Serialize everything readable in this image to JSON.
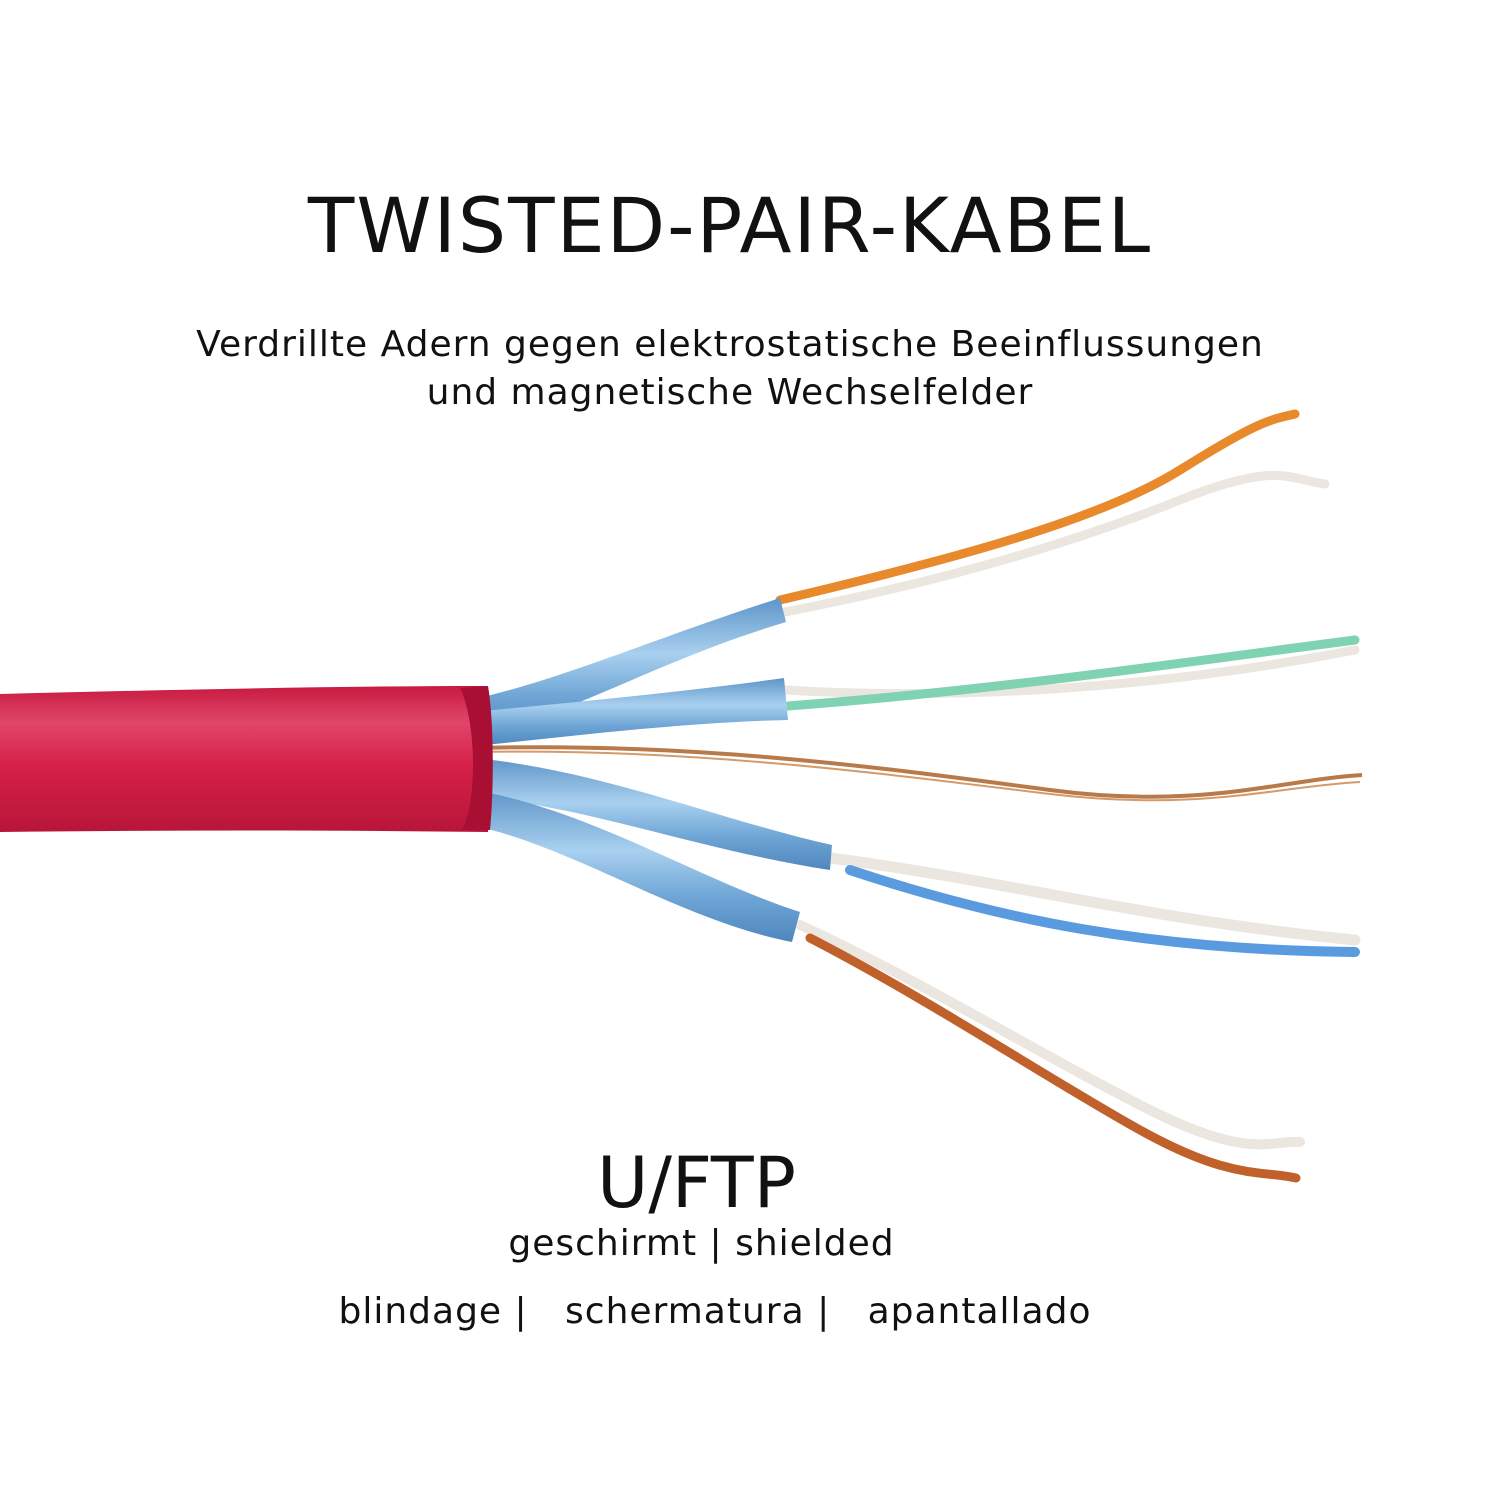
{
  "title": "TWISTED-PAIR-KABEL",
  "subtitle": {
    "line1": "Verdrillte Adern gegen elektrostatische Beeinflussungen",
    "line2": "und magnetische Wechselfelder"
  },
  "shielding": {
    "type": "U/FTP",
    "line1": "geschirmt | shielded",
    "languages": [
      "blindage",
      "schermatura",
      "apantallado"
    ],
    "separator": "|"
  },
  "colors": {
    "jacket": "#d8204a",
    "foil": "#7fb2de",
    "orange": "#f29a3a",
    "green": "#7fd2b2",
    "blue": "#5a9be0",
    "brown": "#c0602a",
    "copper": "#b87a4a",
    "white_wire": "#f2ede8"
  }
}
